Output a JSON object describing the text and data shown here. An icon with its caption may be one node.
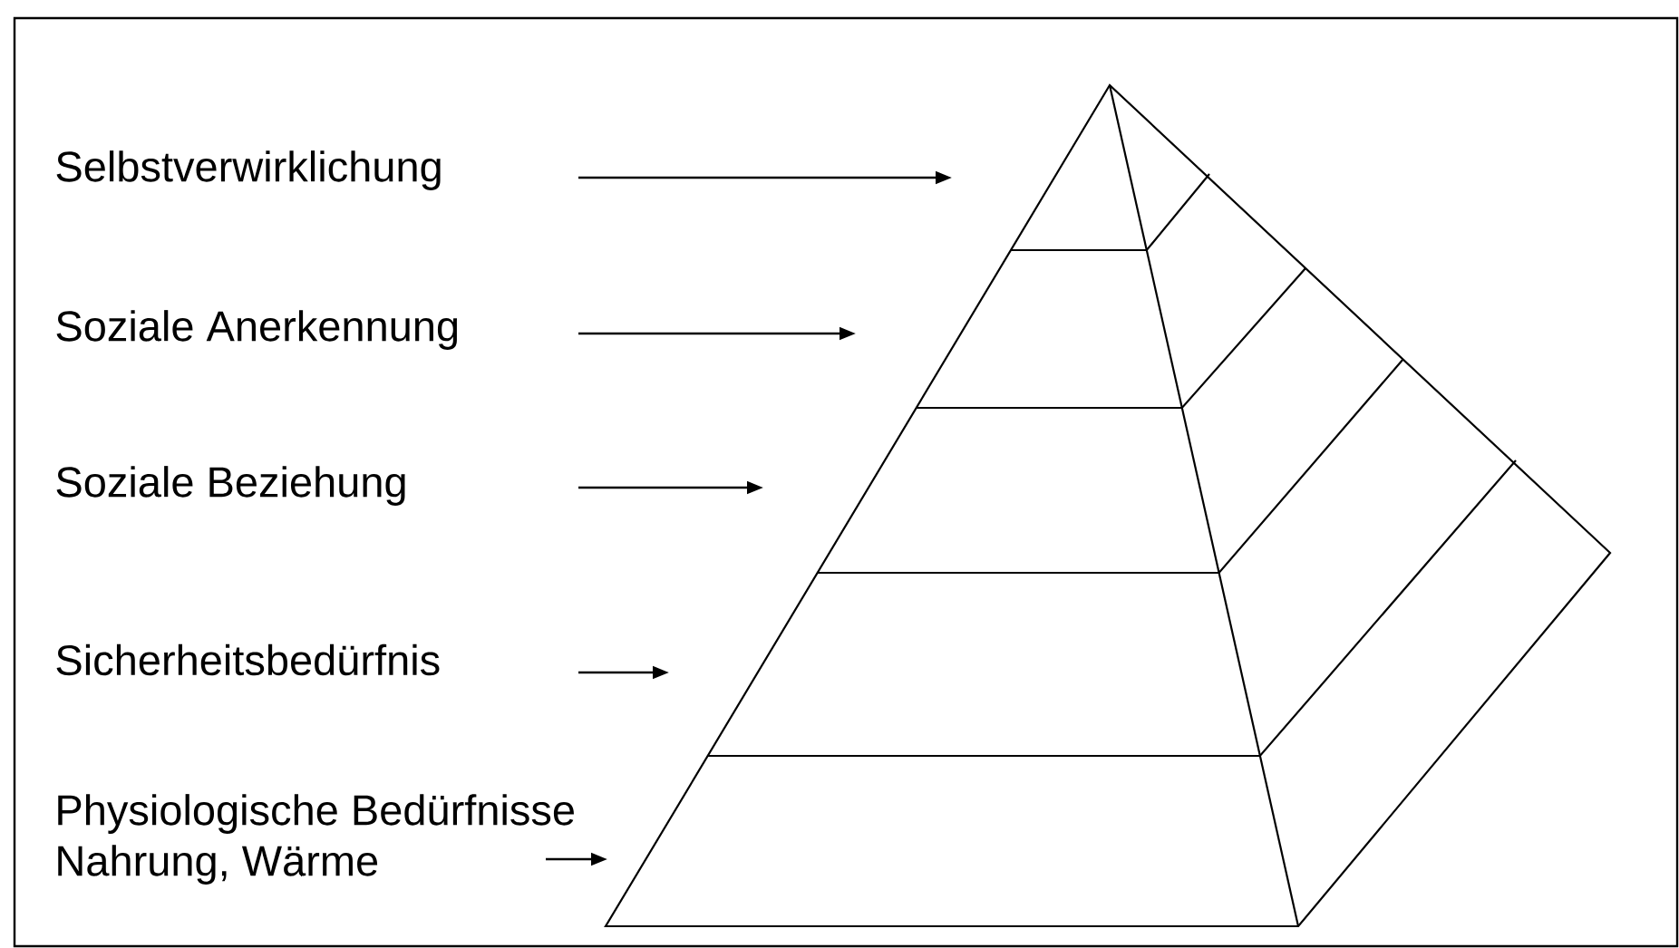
{
  "diagram": {
    "nodes": [
      {
        "text": [
          "Selbstverwirklichung"
        ]
      },
      {
        "text": [
          "Soziale Anerkennung"
        ]
      },
      {
        "text": [
          "Soziale Beziehung"
        ]
      },
      {
        "text": [
          "Sicherheitsbedürfnis"
        ]
      },
      {
        "text": [
          "Physiologische Bedürfnisse",
          "Nahrung, Wärme"
        ]
      }
    ]
  }
}
